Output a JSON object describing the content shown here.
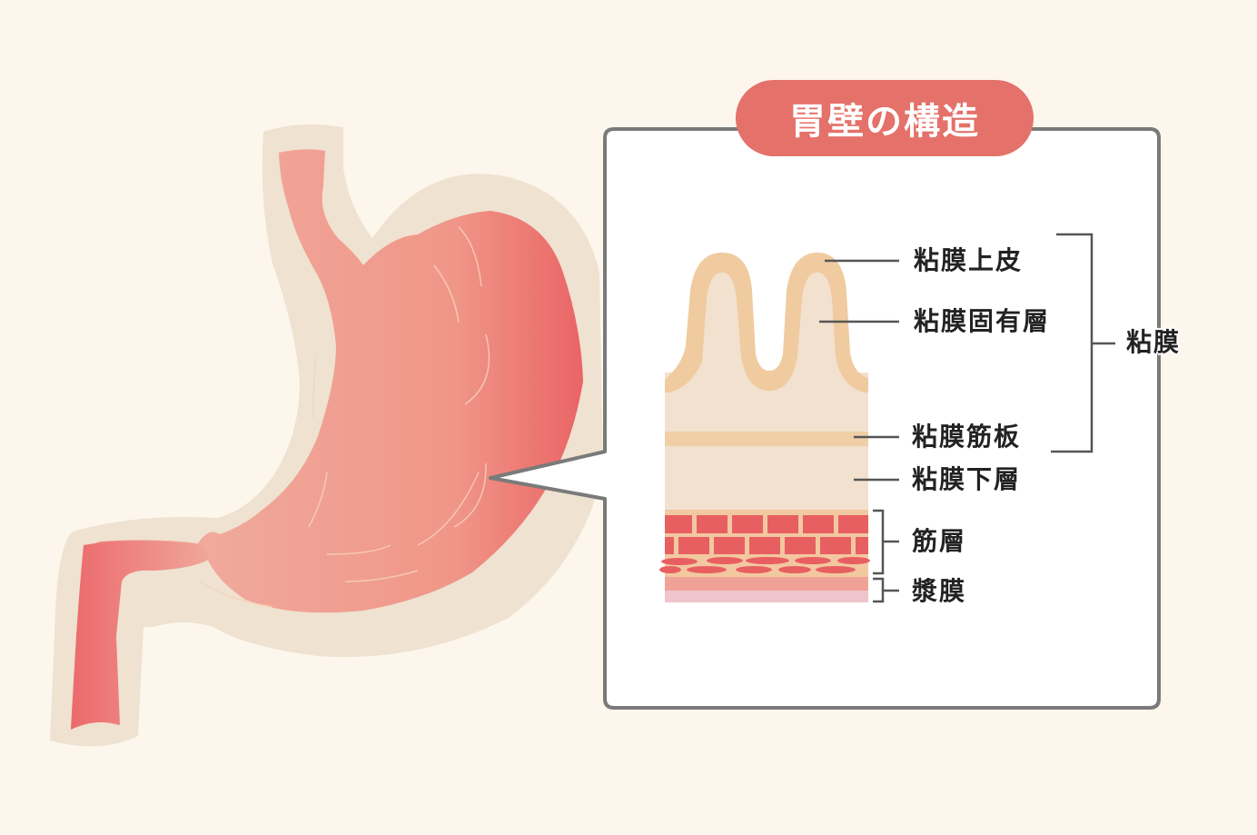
{
  "title": "胃壁の構造",
  "colors": {
    "background": "#fcf6ec",
    "stomach_outer": "#efe2d0",
    "stomach_inner_light": "#f0aa9c",
    "stomach_inner_dark": "#ea6a68",
    "title_pill": "#e4716a",
    "callout_border": "#7a7a7a",
    "callout_fill": "#ffffff",
    "epithelium": "#f0cba0",
    "lamina_propria": "#f2e0cc",
    "muscularis_mucosae": "#f1cfa6",
    "submucosa": "#f2e1cf",
    "muscle": "#e85f62",
    "muscle_gap": "#f2c8a0",
    "serosa_top": "#f0a298",
    "serosa_bottom": "#f0c4cc"
  },
  "layers": [
    {
      "id": "epithelium",
      "label": "粘膜上皮"
    },
    {
      "id": "lamina-propria",
      "label": "粘膜固有層"
    },
    {
      "id": "muscularis-mucosae",
      "label": "粘膜筋板"
    },
    {
      "id": "submucosa",
      "label": "粘膜下層"
    },
    {
      "id": "muscularis-propria",
      "label": "筋層"
    },
    {
      "id": "serosa",
      "label": "漿膜"
    }
  ],
  "groups": [
    {
      "id": "mucosa",
      "label": "粘膜",
      "includes": [
        "粘膜上皮",
        "粘膜固有層",
        "粘膜筋板"
      ]
    }
  ]
}
